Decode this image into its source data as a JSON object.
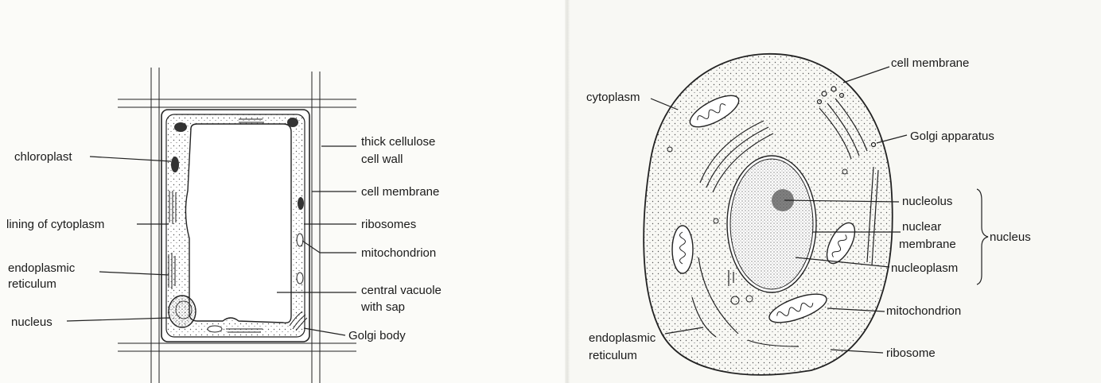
{
  "plant_cell": {
    "labels": {
      "chloroplast": "chloroplast",
      "lining_cytoplasm": "lining of cytoplasm",
      "er_line1": "endoplasmic",
      "er_line2": "reticulum",
      "nucleus": "nucleus",
      "cell_wall_line1": "thick cellulose",
      "cell_wall_line2": "cell wall",
      "cell_membrane": "cell membrane",
      "ribosomes": "ribosomes",
      "mitochondrion": "mitochondrion",
      "vacuole_line1": "central vacuole",
      "vacuole_line2": "with sap",
      "golgi": "Golgi body"
    }
  },
  "animal_cell": {
    "labels": {
      "cytoplasm": "cytoplasm",
      "cell_membrane": "cell membrane",
      "golgi": "Golgi apparatus",
      "nucleolus": "nucleolus",
      "nuclear_membrane_line1": "nuclear",
      "nuclear_membrane_line2": "membrane",
      "nucleus_group": "nucleus",
      "nucleoplasm": "nucleoplasm",
      "mitochondrion": "mitochondrion",
      "er_line1": "endoplasmic",
      "er_line2": "reticulum",
      "ribosome": "ribosome"
    }
  }
}
